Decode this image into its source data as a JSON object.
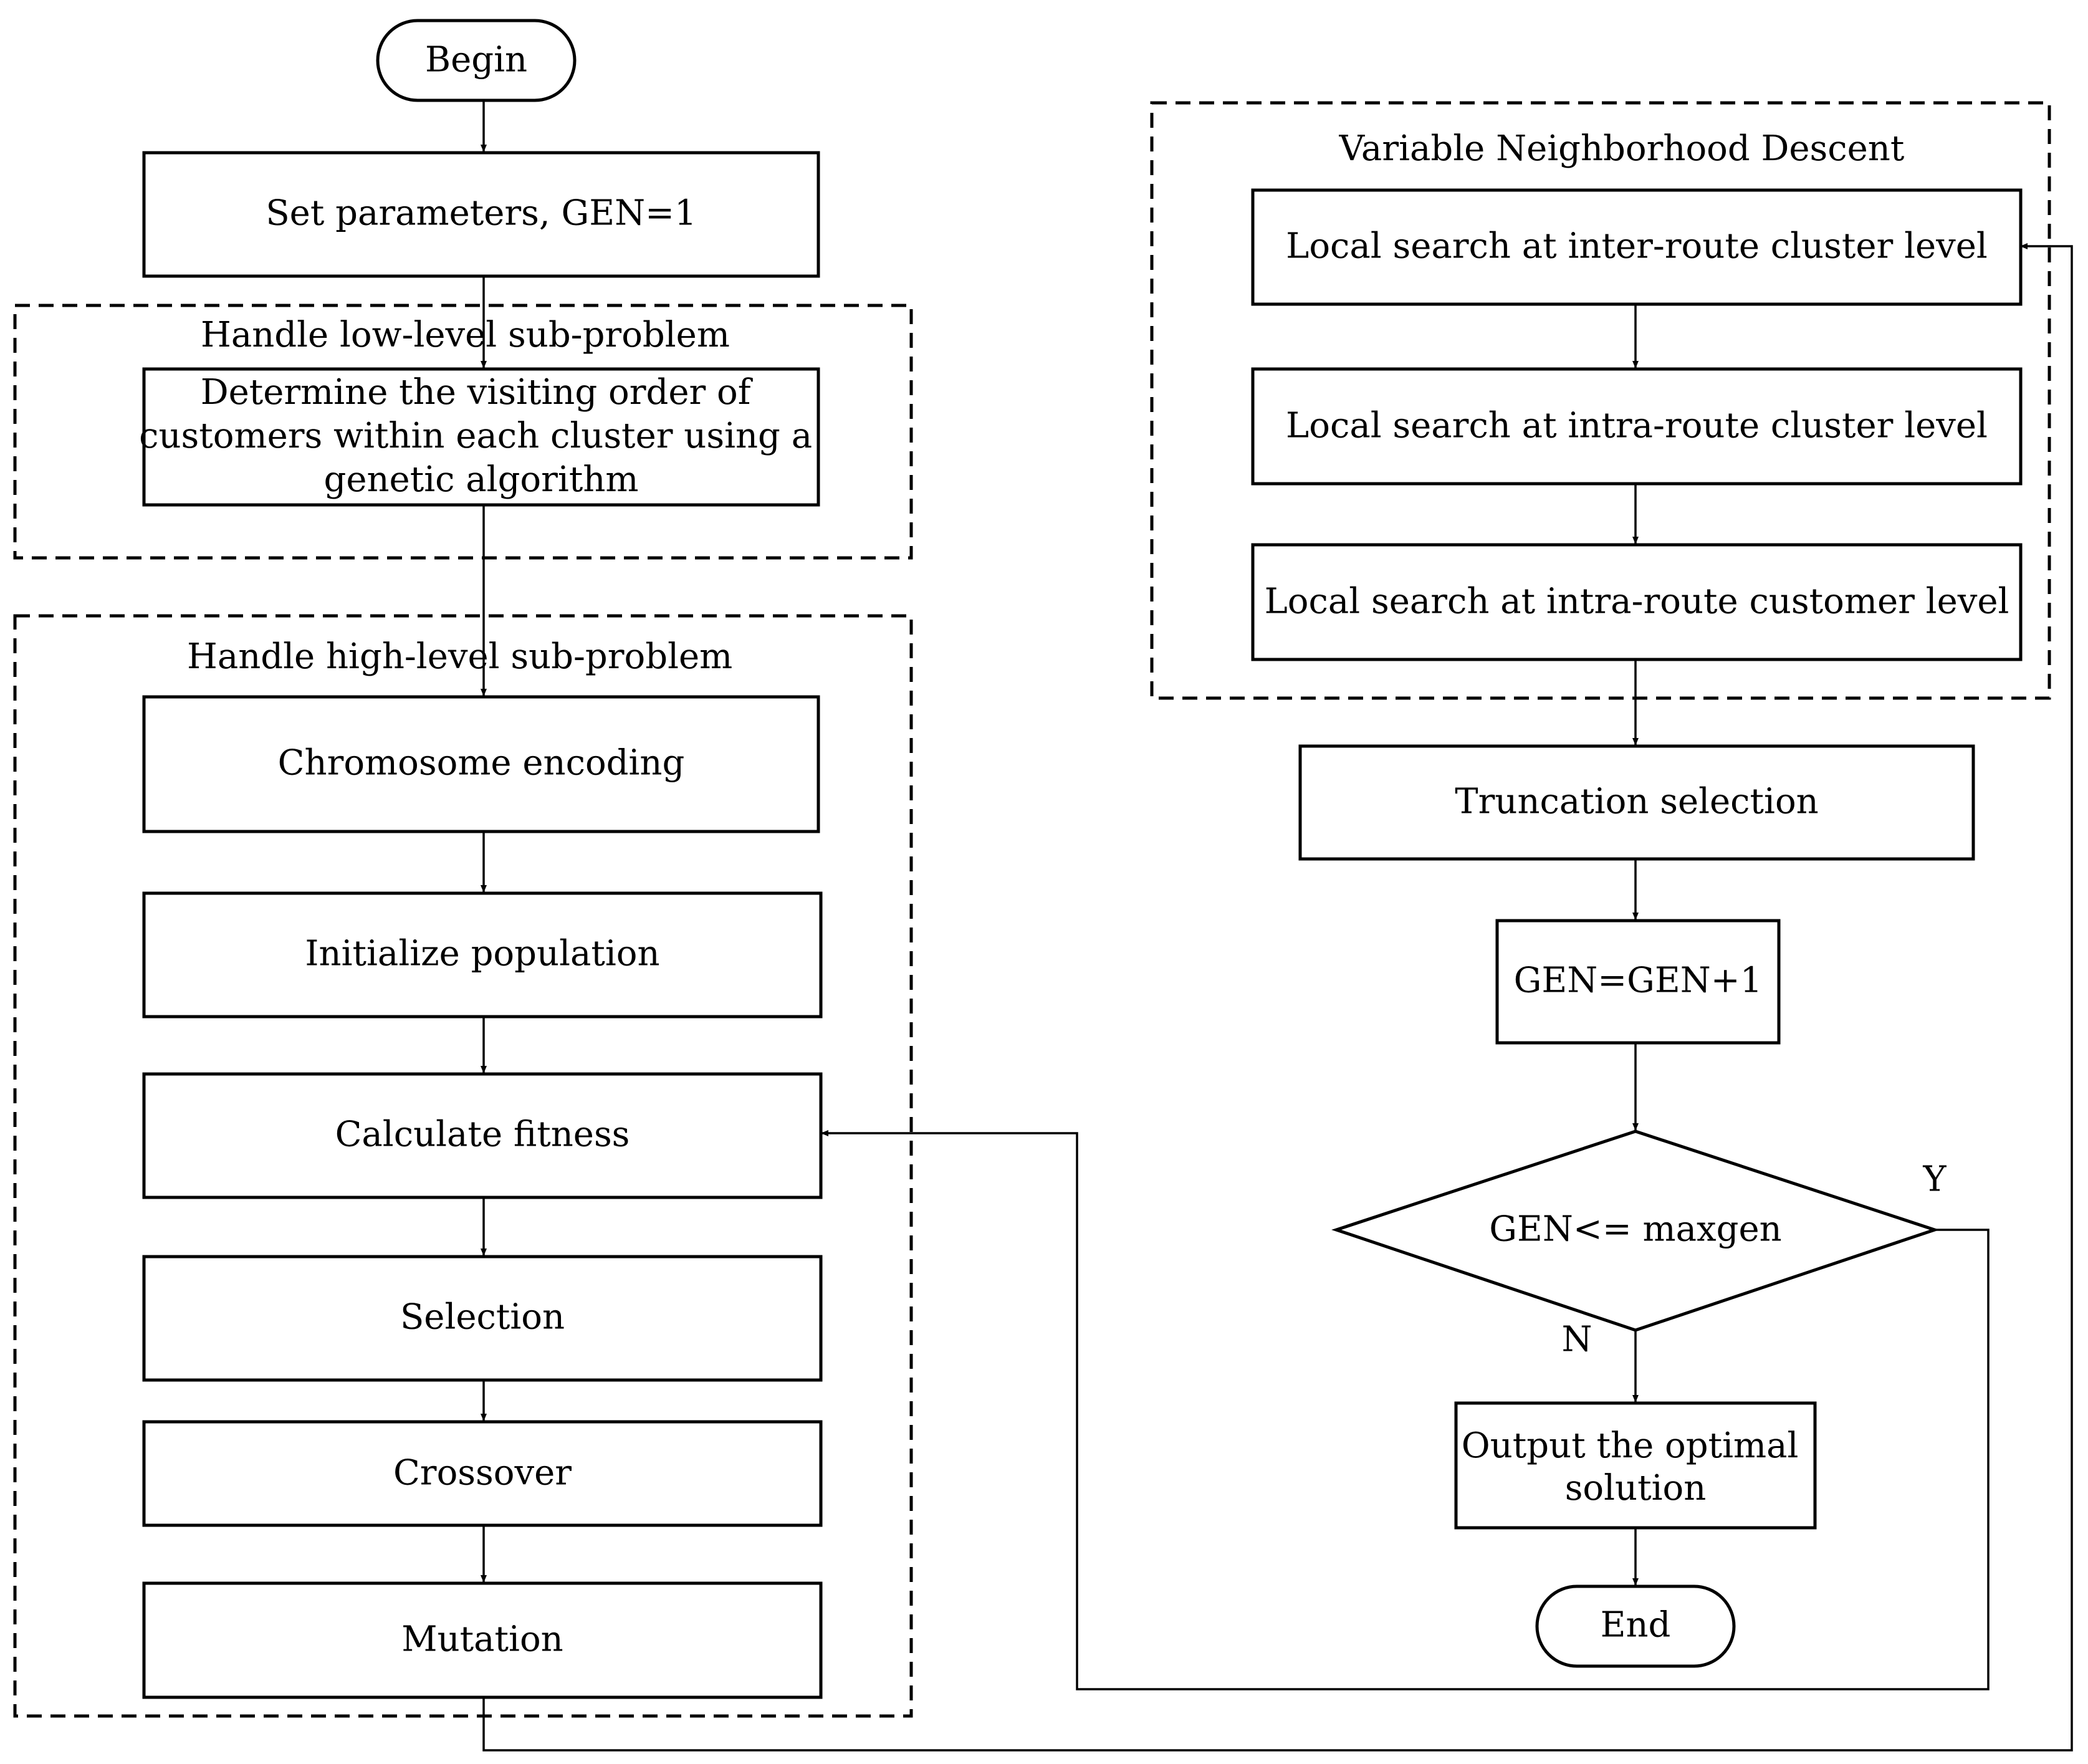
{
  "groups": {
    "low_level": "Handle low-level sub-problem",
    "high_level": "Handle high-level sub-problem",
    "vnd": "Variable Neighborhood Descent"
  },
  "nodes": {
    "begin": "Begin",
    "set_params": "Set parameters, GEN=1",
    "determine_order": [
      "Determine the visiting order of",
      "customers within each cluster using a",
      "genetic algorithm"
    ],
    "chromosome": "Chromosome encoding",
    "init_pop": "Initialize population",
    "fitness": "Calculate fitness",
    "selection": "Selection",
    "crossover": "Crossover",
    "mutation": "Mutation",
    "ls_inter": "Local search at inter-route cluster level",
    "ls_intra_cluster": "Local search at intra-route cluster level",
    "ls_intra_customer": "Local search at intra-route customer level",
    "truncation": "Truncation selection",
    "gen_inc": "GEN=GEN+1",
    "condition": "GEN<= maxgen",
    "output": [
      "Output the optimal",
      "solution"
    ],
    "end": "End"
  },
  "branches": {
    "yes": "Y",
    "no": "N"
  }
}
